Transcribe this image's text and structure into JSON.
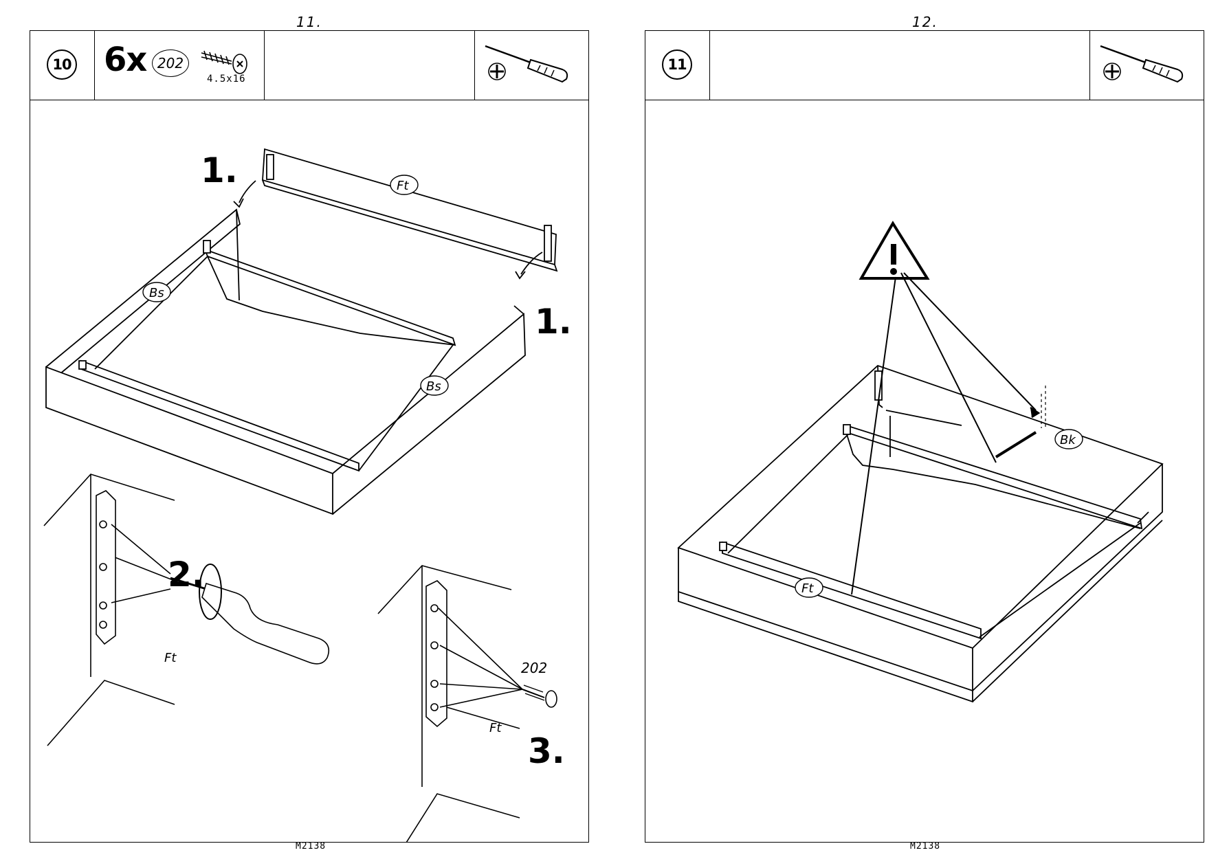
{
  "pages": [
    {
      "page_label": "11.",
      "step_number": "10",
      "quantity": "6x",
      "part_number": "202",
      "screw_size": "4.5x16",
      "footer": "M2138",
      "labels": {
        "ft": "Ft",
        "bs": "Bs",
        "ft_plain": "Ft",
        "part_ref": "202",
        "step1": "1.",
        "step2": "2.",
        "step3": "3."
      }
    },
    {
      "page_label": "12.",
      "step_number": "11",
      "footer": "M2138",
      "labels": {
        "bk": "Bk",
        "ft": "Ft"
      }
    }
  ],
  "icons": {
    "tool": "screwdriver-icon",
    "drive": "phillips-drive-icon",
    "screw": "screw-icon",
    "warning": "warning-triangle-icon"
  }
}
